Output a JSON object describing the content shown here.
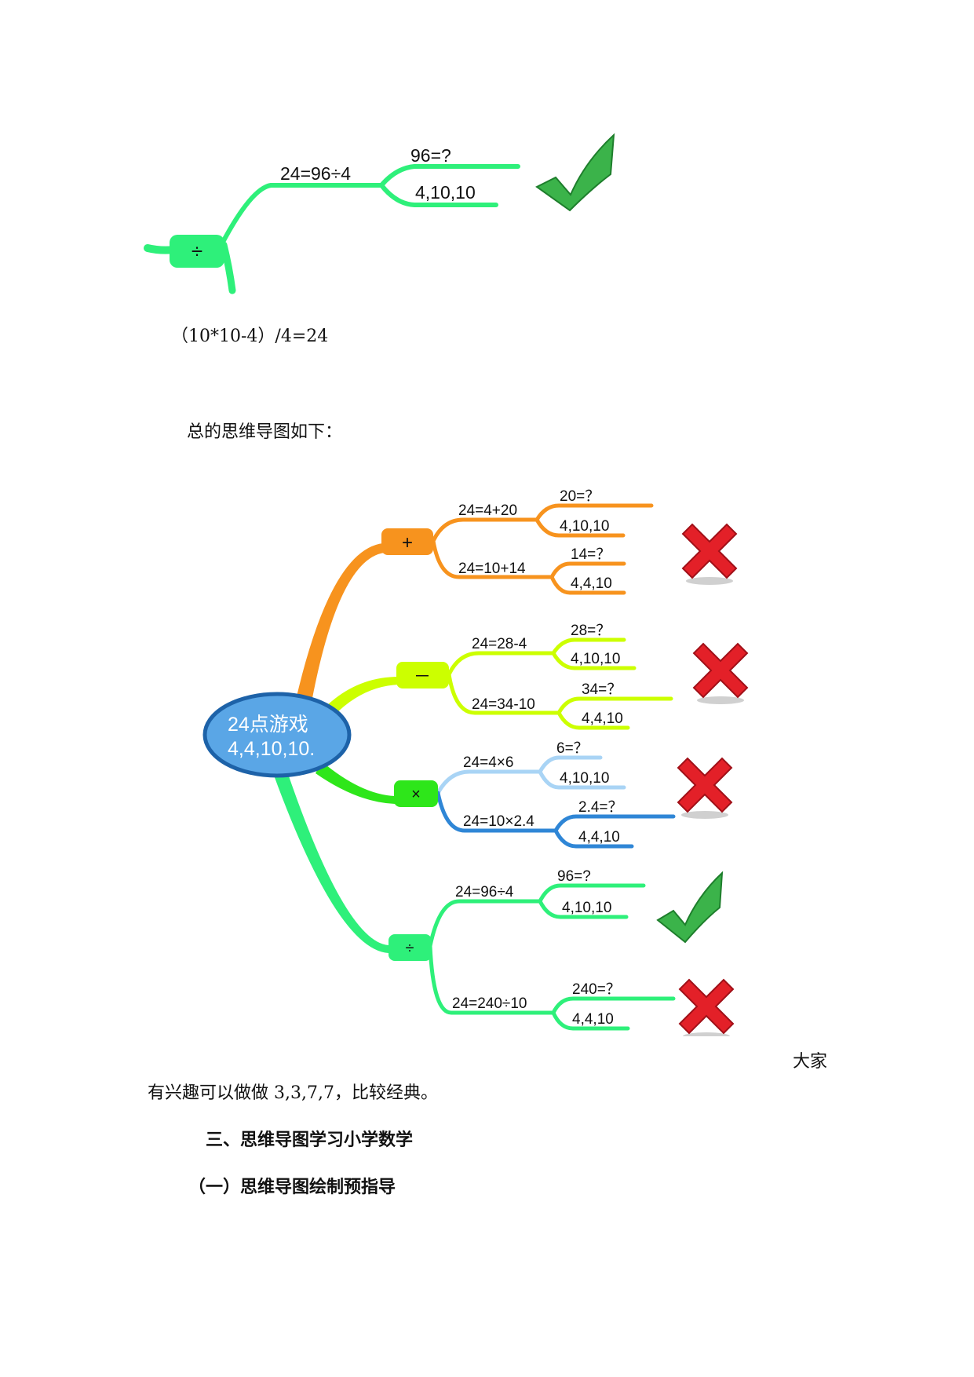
{
  "top_map": {
    "operator": "÷",
    "branch": "24=96÷4",
    "leaf_question": "96=?",
    "leaf_numbers": "4,10,10"
  },
  "formula": "（10*10-4）/4=24",
  "intro_text": "总的思维导图如下：",
  "mind_map": {
    "center_line1": "24点游戏",
    "center_line2": "4,4,10,10.",
    "plus": {
      "op": "+",
      "b1": "24=4+20",
      "b1_q": "20=？",
      "b1_n": "4,10,10",
      "b2": "24=10+14",
      "b2_q": "14=？",
      "b2_n": "4,4,10"
    },
    "minus": {
      "op": "－",
      "b1": "24=28-4",
      "b1_q": "28=？",
      "b1_n": "4,10,10",
      "b2": "24=34-10",
      "b2_q": "34=？",
      "b2_n": "4,4,10"
    },
    "times": {
      "op": "×",
      "b1": "24=4×6",
      "b1_q": "6=？",
      "b1_n": "4,10,10",
      "b2": "24=10×2.4",
      "b2_q": "2.4=？",
      "b2_n": "4,4,10"
    },
    "divide": {
      "op": "÷",
      "b1": "24=96÷4",
      "b1_q": "96=?",
      "b1_n": "4,10,10",
      "b2": "24=240÷10",
      "b2_q": "240=？",
      "b2_n": "4,4,10"
    }
  },
  "para_end": "大家",
  "para_cont": "有兴趣可以做做 3,3,7,7，比较经典。",
  "heading3": "三、思维导图学习小学数学",
  "subheading1": "（一）思维导图绘制预指导",
  "colors": {
    "green": "#2ef07a",
    "orange": "#f7931e",
    "lime": "#ccff00",
    "lightblue": "#a9d4f5",
    "blue": "#2f86d6",
    "center": "#5aa6e6"
  }
}
